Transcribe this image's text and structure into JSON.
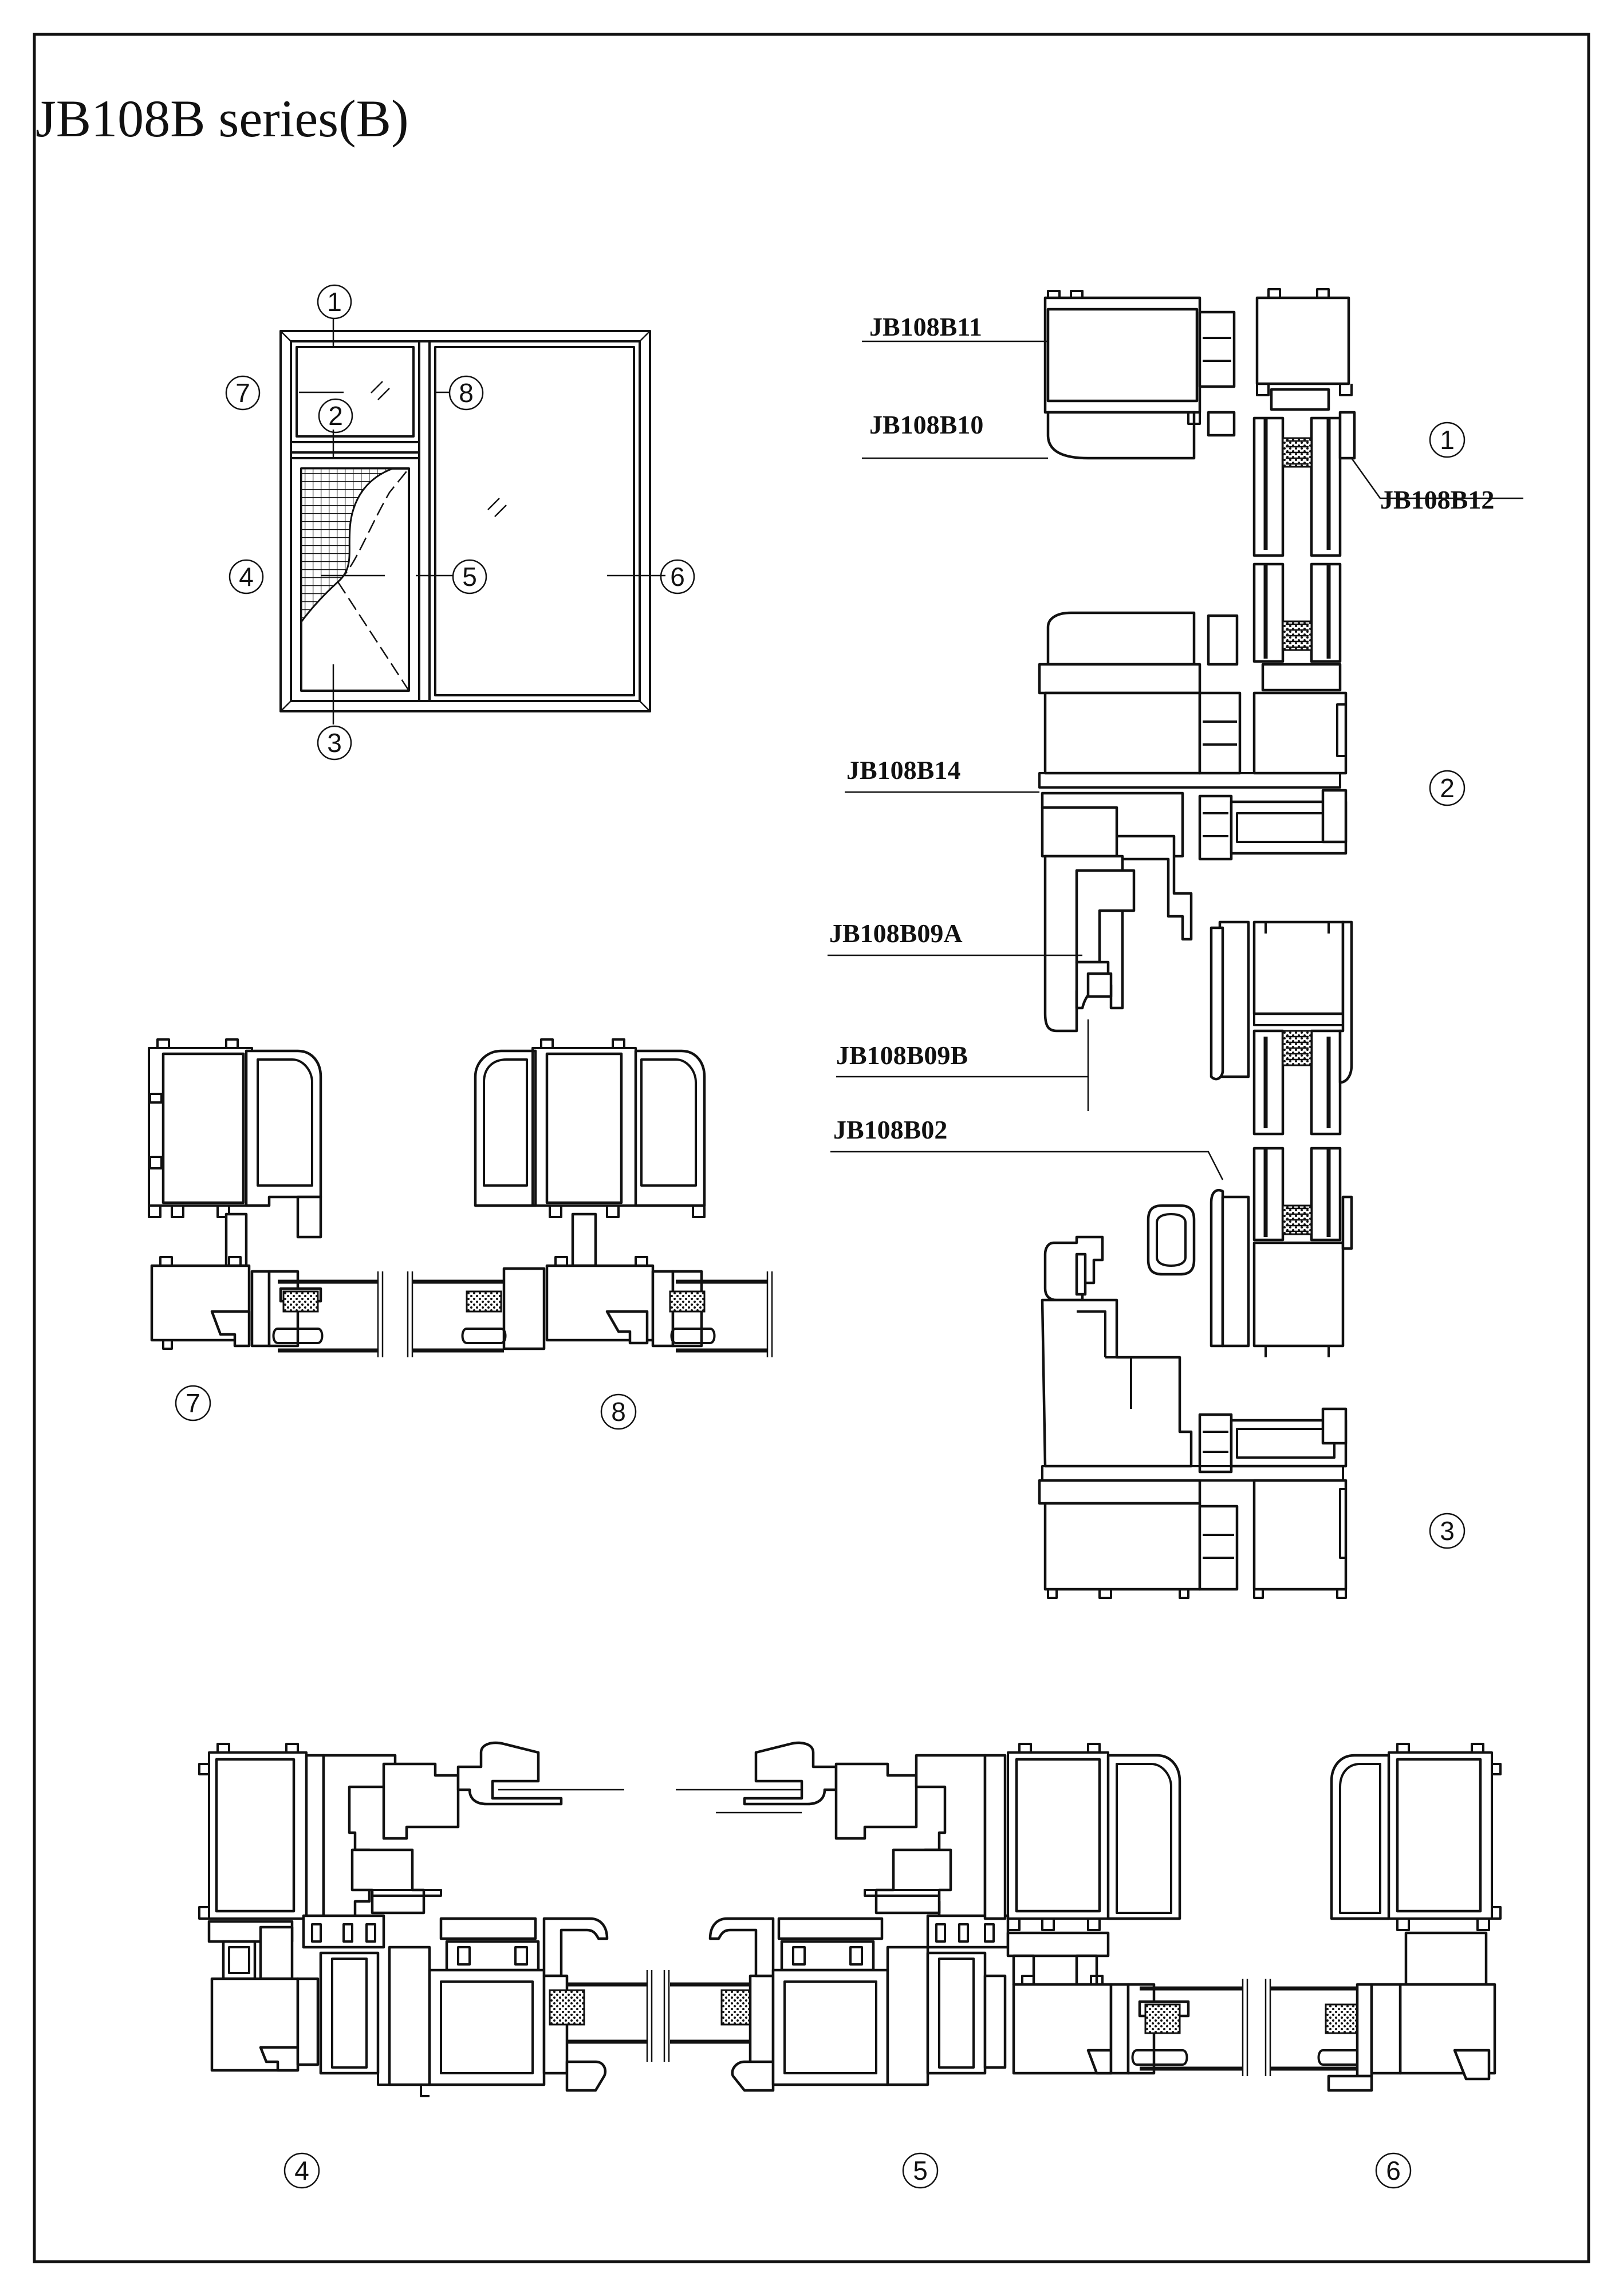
{
  "title": "JB108B series(B)",
  "profile_labels": {
    "jb108b11": "JB108B11",
    "jb108b10": "JB108B10",
    "jb108b12": "JB108B12",
    "jb108b14": "JB108B14",
    "jb108b09a": "JB108B09A",
    "jb108b09b": "JB108B09B",
    "jb108b02": "JB108B02"
  },
  "section_numbers": {
    "s1": "1",
    "s2": "2",
    "s3": "3",
    "s4": "4",
    "s5": "5",
    "s6": "6",
    "s7": "7",
    "s8": "8"
  }
}
